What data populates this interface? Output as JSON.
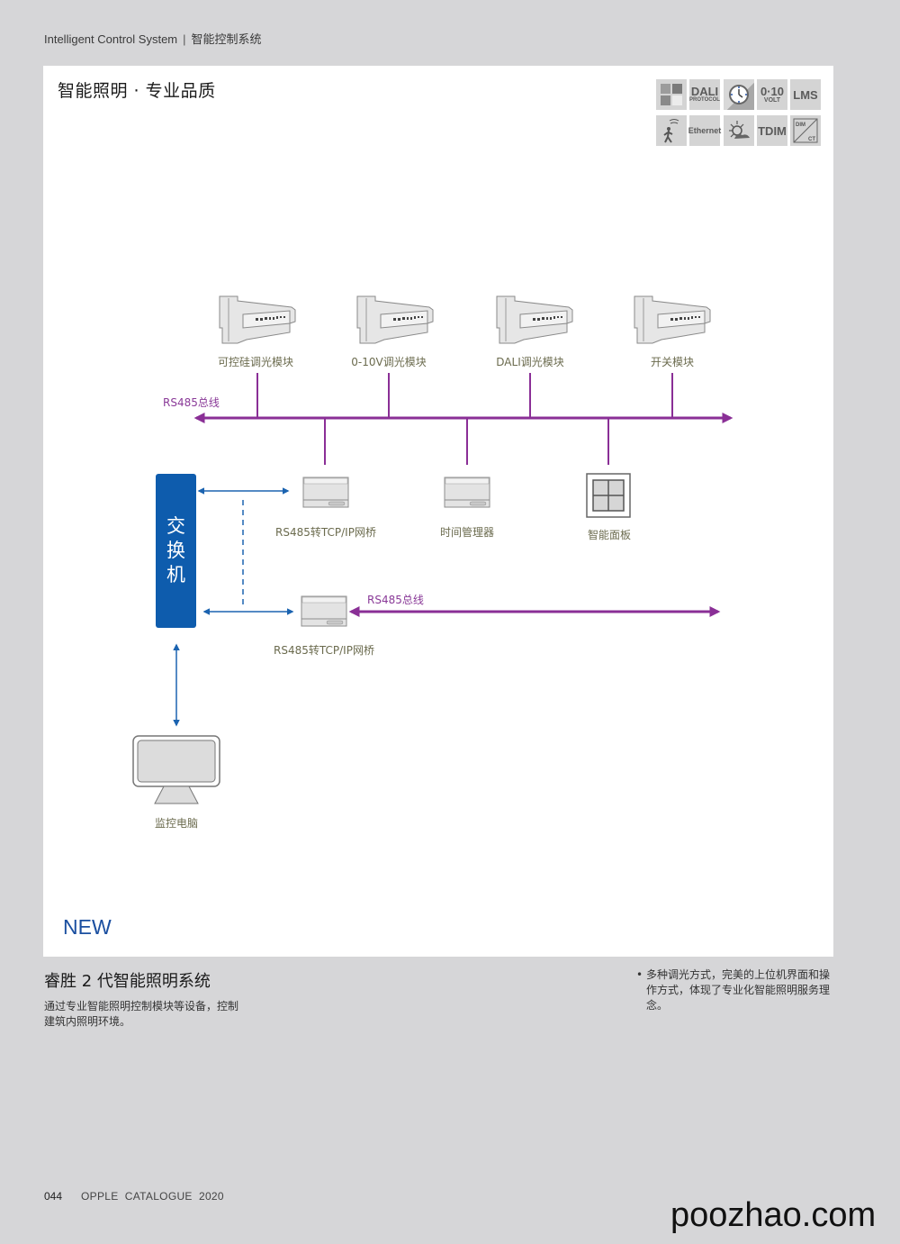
{
  "header": {
    "section_en": "Intelligent Control System",
    "separator": "|",
    "section_cn": "智能控制系统"
  },
  "panel": {
    "title": "智能照明 · 专业品质",
    "badges": [
      {
        "icon": "grid-squares-icon",
        "label": ""
      },
      {
        "icon": "dali-protocol-icon",
        "label": "DALI",
        "sub": "PROTOCOL"
      },
      {
        "icon": "clock-icon",
        "label": ""
      },
      {
        "icon": "zero-ten-volt-icon",
        "label": "0·10",
        "sub": "VOLT"
      },
      {
        "icon": "lms-icon",
        "label": "LMS"
      },
      {
        "icon": "motion-sensor-icon",
        "label": ""
      },
      {
        "icon": "ethernet-icon",
        "label": "Ethernet"
      },
      {
        "icon": "daylight-sensor-icon",
        "label": ""
      },
      {
        "icon": "tdim-icon",
        "label": "TDIM"
      },
      {
        "icon": "dim-ct-icon",
        "label": "DIM",
        "sub": "CT"
      }
    ],
    "new_tag": "NEW"
  },
  "diagram": {
    "modules": [
      {
        "label": "可控硅调光模块"
      },
      {
        "label": "0-10V调光模块"
      },
      {
        "label": "DALI调光模块"
      },
      {
        "label": "开关模块"
      }
    ],
    "bus_top_label": "RS485总线",
    "devices": [
      {
        "label": "RS485转TCP/IP网桥"
      },
      {
        "label": "时间管理器"
      },
      {
        "label": "智能面板"
      }
    ],
    "switch_label": [
      "交",
      "换",
      "机"
    ],
    "bridge2_label": "RS485转TCP/IP网桥",
    "bus_bottom_label": "RS485总线",
    "monitor_label": "监控电脑",
    "colors": {
      "bus": "#8a2f96",
      "network": "#1b63b0",
      "switch": "#0e5cad"
    }
  },
  "system": {
    "title": "睿胜 2 代智能照明系统",
    "description": "通过专业智能照明控制模块等设备，控制建筑内照明环境。",
    "bullets": [
      "多种调光方式，完美的上位机界面和操作方式，体现了专业化智能照明服务理念。"
    ]
  },
  "footer": {
    "page": "044",
    "catalogue": "OPPLE  CATALOGUE  2020"
  },
  "watermark": "poozhao.com"
}
